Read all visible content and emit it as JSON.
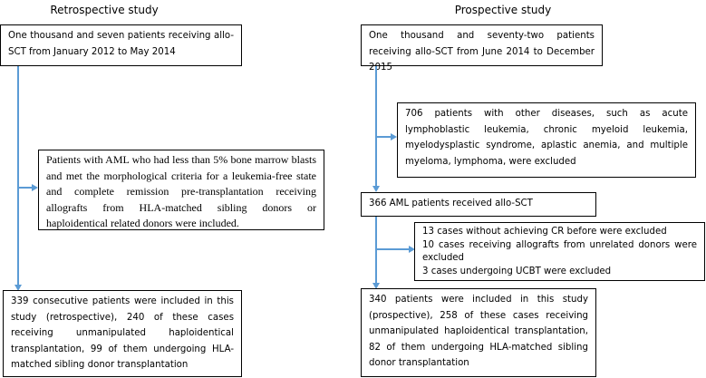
{
  "retrospective": {
    "title": "Retrospective study",
    "start": "One thousand and seven patients receiving allo-SCT from January 2012 to May 2014",
    "criteria": "Patients with AML who had less than 5% bone marrow blasts and met the morphological criteria for a leukemia-free state and complete remission pre-transplantation receiving allografts from HLA-matched sibling donors or haploidentical related donors were included.",
    "result": "339 consecutive patients were included in this study (retrospective), 240 of these cases receiving unmanipulated haploidentical transplantation, 99 of them undergoing HLA-matched sibling donor transplantation"
  },
  "prospective": {
    "title": "Prospective study",
    "start": "One thousand and seventy-two patients receiving allo-SCT from June 2014 to December 2015",
    "excluded_diseases": "706 patients with other diseases, such as acute lymphoblastic leukemia, chronic myeloid leukemia, myelodysplastic syndrome, aplastic anemia, and multiple myeloma, lymphoma, were excluded",
    "aml": "366 AML patients received allo-SCT",
    "excluded": [
      "13 cases without achieving CR before were excluded",
      "10 cases receiving allografts from unrelated donors were excluded",
      "3 cases undergoing UCBT were excluded"
    ],
    "result": "340 patients were included in this study (prospective), 258 of these cases receiving unmanipulated haploidentical transplantation, 82 of them undergoing HLA-matched sibling donor transplantation"
  },
  "colors": {
    "arrow": "#5b9bd5",
    "border": "#000000"
  }
}
